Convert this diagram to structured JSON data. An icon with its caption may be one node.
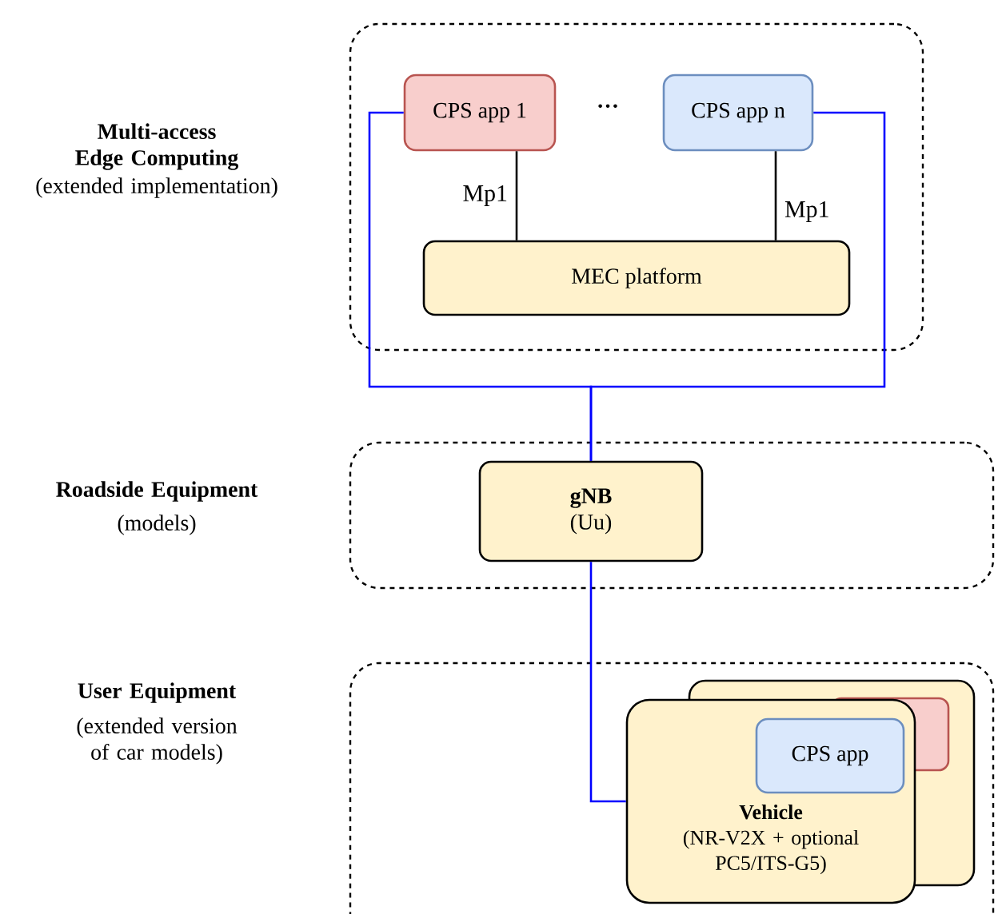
{
  "diagram": {
    "nodes": [
      {
        "text": [],
        "shape": "box"
      },
      {
        "text": [
          "CPS app 1"
        ],
        "in": 0
      },
      {
        "text": [
          "CPS app n"
        ],
        "in": 0
      },
      {
        "text": [
          "MEC platform"
        ],
        "in": 0
      },
      {
        "text": [],
        "shape": "box"
      },
      {
        "text": [
          "gNB",
          "(Uu)"
        ],
        "in": 4
      },
      {
        "text": [],
        "shape": "box"
      },
      {
        "text": [
          "Vehicle",
          "(NR-V2X + optional PC5/ITS-G5)"
        ],
        "in": 6
      },
      {
        "text": [
          "CPS app"
        ],
        "in": 7
      }
    ],
    "edges": [
      {
        "from": 1,
        "to": 3,
        "arrow": "none",
        "label": "Mp1",
        "color": "#000000"
      },
      {
        "from": 2,
        "to": 3,
        "arrow": "none",
        "label": "Mp1",
        "color": "#000000"
      },
      {
        "from": 1,
        "to": 5,
        "arrow": "none",
        "color": "#0000ff"
      },
      {
        "from": 2,
        "to": 5,
        "arrow": "none",
        "color": "#0000ff"
      },
      {
        "from": 5,
        "to": 7,
        "arrow": "none",
        "color": "#0000ff"
      }
    ],
    "labels": [
      "Multi-access Edge Computing",
      "(extended implementation)",
      "…",
      "Roadside Equipment",
      "(models)",
      "User Equipment",
      "(extended version of car models)"
    ]
  }
}
